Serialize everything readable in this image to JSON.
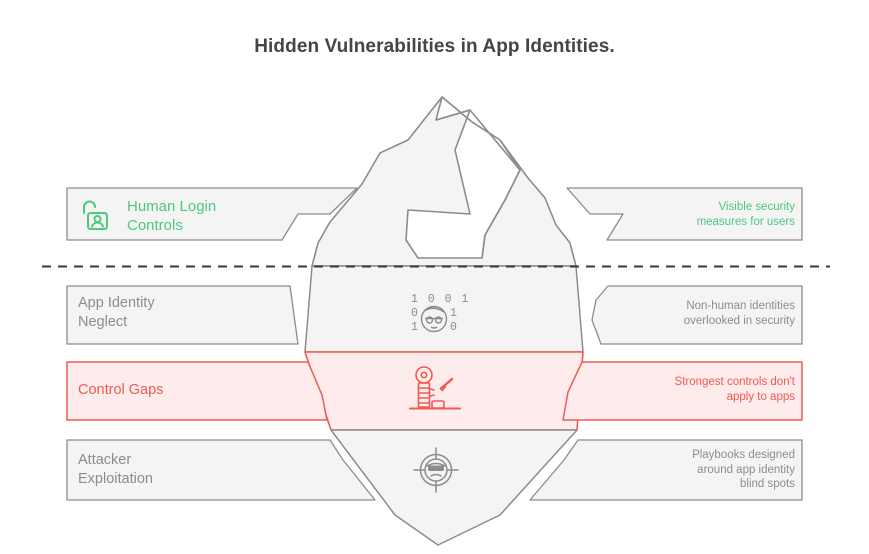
{
  "title": "Hidden Vulnerabilities in App Identities.",
  "colors": {
    "green": "#4cc97f",
    "red": "#ee5b53",
    "red_fill": "#fdeceb",
    "gray_text": "#8d8d8d",
    "gray_stroke": "#8c8c8c",
    "panel_fill": "#f4f4f4",
    "title_color": "#454545",
    "waterline": "#3a3a3a"
  },
  "waterline": {
    "name": "waterline",
    "style": "dashed"
  },
  "rows": [
    {
      "id": "human-login-controls",
      "position": "above-water",
      "accent": "green",
      "left_label": "Human Login\nControls",
      "left_label_lines": [
        "Human Login",
        "Controls"
      ],
      "left_icon": "open-padlock-person-icon",
      "center_icon": "",
      "right_label_lines": [
        "Visible security",
        "measures for users"
      ]
    },
    {
      "id": "app-identity-neglect",
      "position": "below-water",
      "accent": "gray",
      "left_label_lines": [
        "App Identity",
        "Neglect"
      ],
      "center_icon": "binary-face-glasses-icon",
      "center_icon_digits": [
        [
          "1",
          "0",
          "0",
          "1"
        ],
        [
          "0",
          "1"
        ],
        [
          "1",
          "0"
        ]
      ],
      "right_label_lines": [
        "Non-human identities",
        "overlooked in security"
      ]
    },
    {
      "id": "control-gaps",
      "position": "below-water",
      "accent": "red",
      "left_label_lines": [
        "Control Gaps"
      ],
      "center_icon": "strength-tester-mallet-icon",
      "right_label_lines": [
        "Strongest controls don't",
        "apply to apps"
      ]
    },
    {
      "id": "attacker-exploitation",
      "position": "below-water",
      "accent": "gray",
      "left_label_lines": [
        "Attacker",
        "Exploitation"
      ],
      "center_icon": "crosshair-masked-thief-icon",
      "right_label_lines": [
        "Playbooks designed",
        "around app identity",
        "blind spots"
      ]
    }
  ],
  "iceberg": {
    "name": "iceberg-diagram",
    "tip_label": "above-water-tip",
    "body_label": "below-water-body"
  }
}
